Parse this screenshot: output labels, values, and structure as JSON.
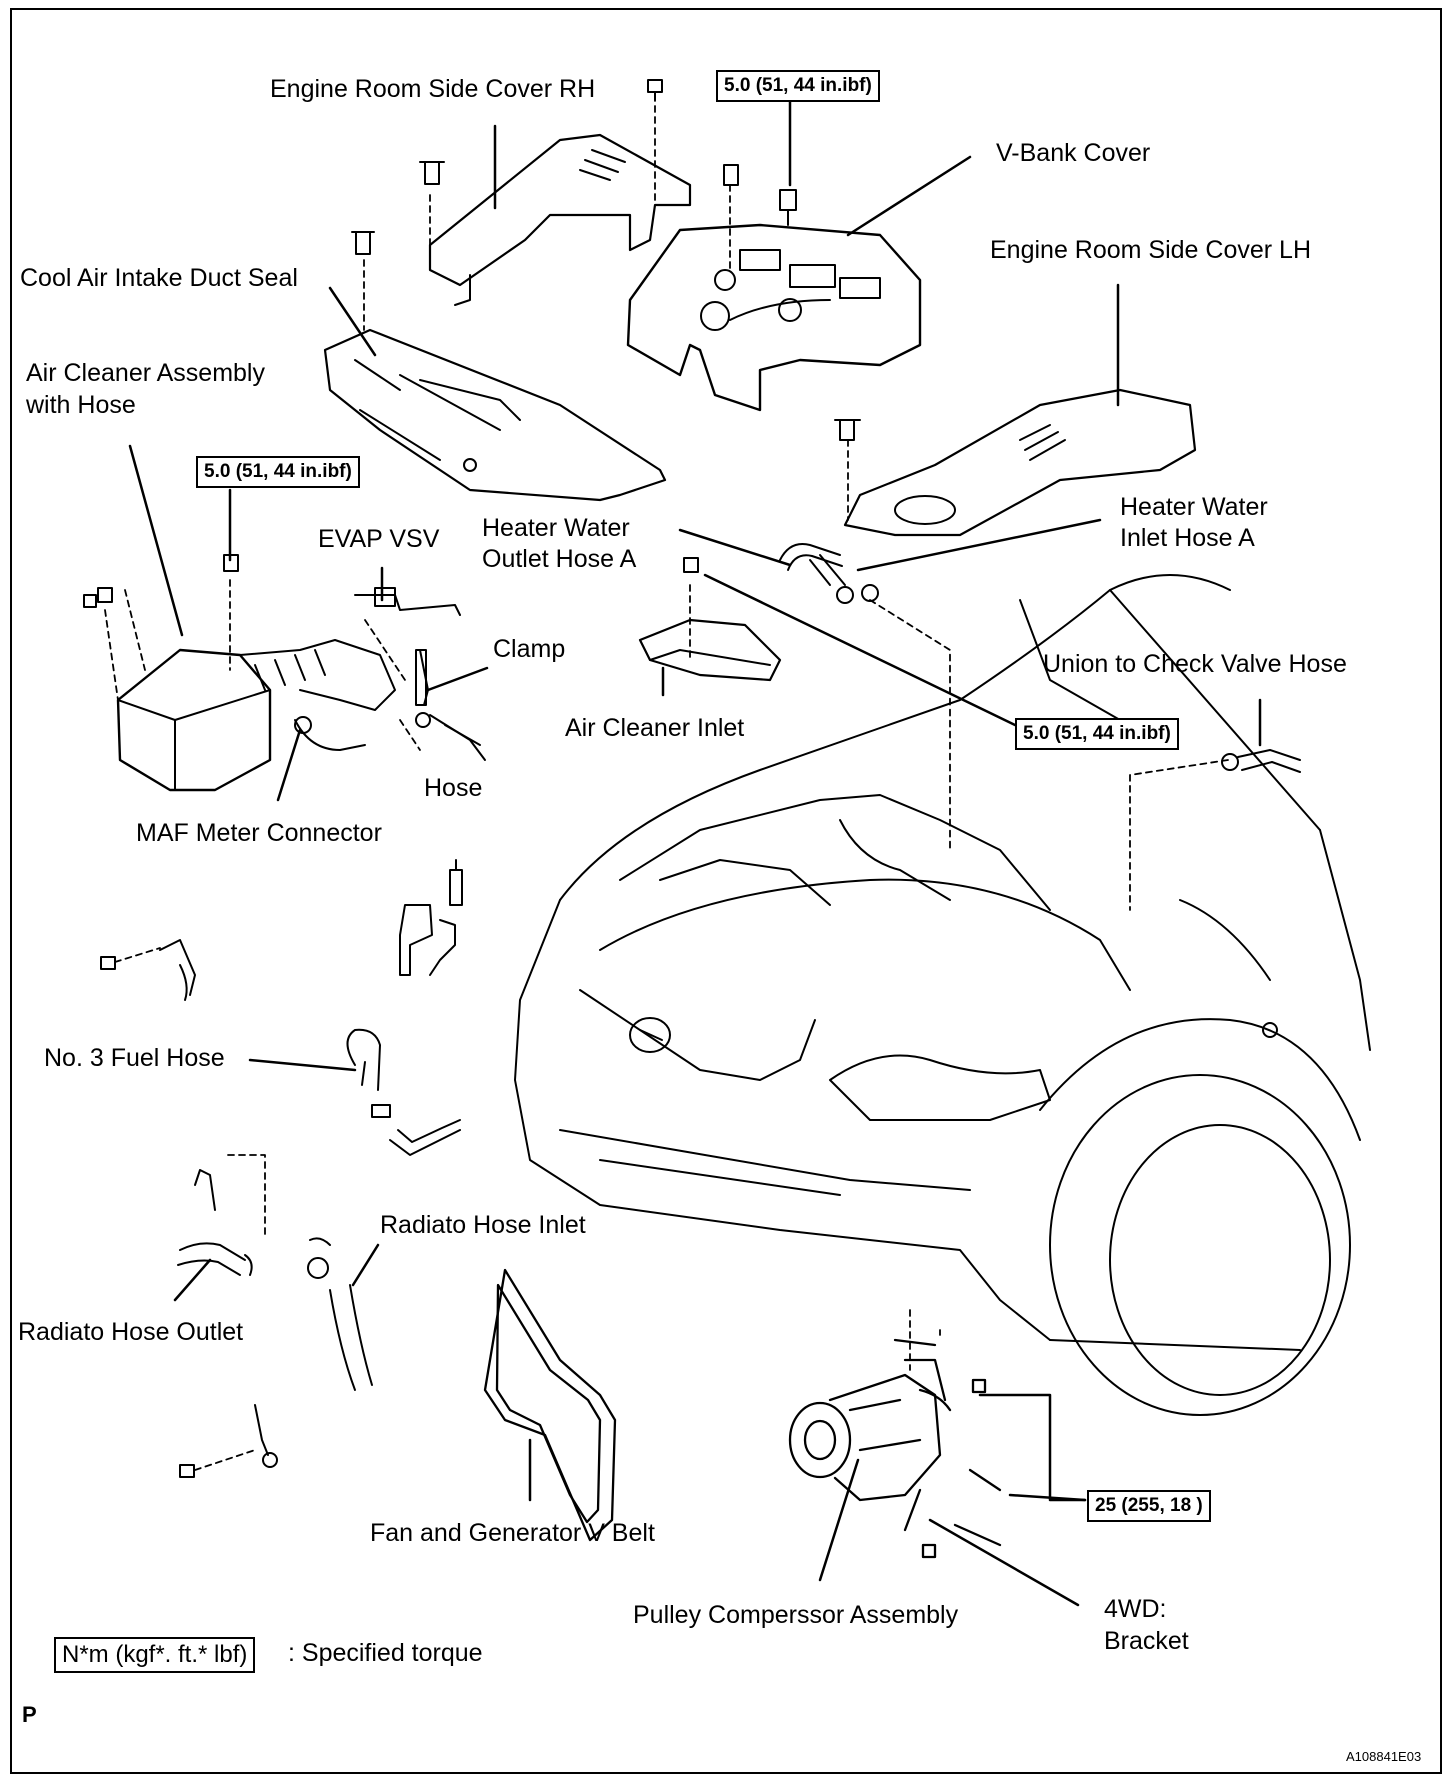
{
  "labels": {
    "engine_room_side_cover_rh": "Engine Room Side Cover RH",
    "v_bank_cover": "V-Bank Cover",
    "engine_room_side_cover_lh": "Engine Room Side Cover LH",
    "cool_air_intake_duct_seal": "Cool Air Intake Duct Seal",
    "air_cleaner_assembly_l1": "Air Cleaner Assembly",
    "air_cleaner_assembly_l2": "with Hose",
    "evap_vsv": "EVAP VSV",
    "heater_water_outlet_l1": "Heater Water",
    "heater_water_outlet_l2": "Outlet Hose A",
    "heater_water_inlet_l1": "Heater Water",
    "heater_water_inlet_l2": "Inlet Hose A",
    "clamp": "Clamp",
    "union_to_check_valve_hose": "Union to Check Valve Hose",
    "air_cleaner_inlet": "Air Cleaner Inlet",
    "hose": "Hose",
    "maf_meter_connector": "MAF Meter Connector",
    "no3_fuel_hose": "No. 3 Fuel Hose",
    "radiato_hose_inlet": "Radiato Hose Inlet",
    "radiato_hose_outlet": "Radiato Hose Outlet",
    "fan_generator_belt": "Fan and Generator V Belt",
    "pulley_compressor_assembly": "Pulley Comperssor Assembly",
    "bracket_l1": "4WD:",
    "bracket_l2": "Bracket"
  },
  "torques": {
    "v_bank_bolt": "5.0 (51, 44 in.ibf",
    "air_cleaner_bolt": "5.0 (51, 44 in.ibf",
    "air_cleaner_inlet_bolt": "5.0 (51, 44 in.ibf",
    "compressor_bolts": "25 (255, 18"
  },
  "legend": {
    "unit_box": "N*m (kgf*. ft.* lbf)",
    "description": ": Specified torque"
  },
  "corner": {
    "left_mark": "P",
    "figure_id": "A108841E03"
  }
}
